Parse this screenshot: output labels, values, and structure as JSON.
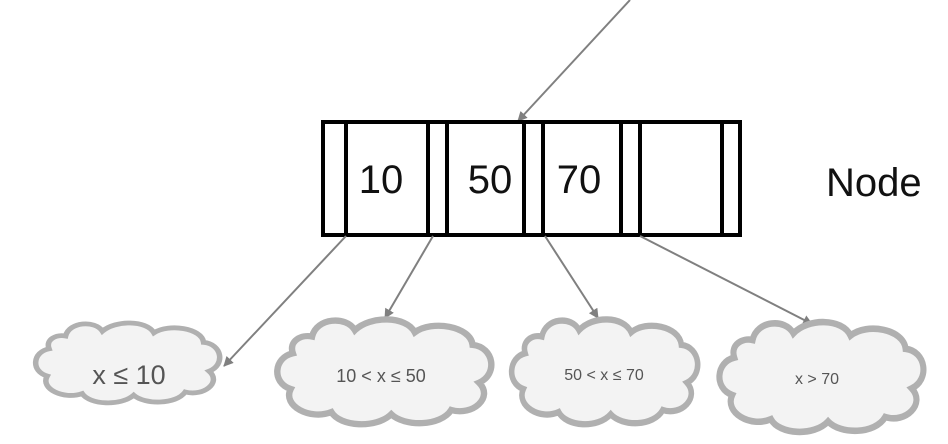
{
  "node": {
    "label": "Node",
    "keys": [
      "10",
      "50",
      "70",
      ""
    ]
  },
  "subtrees": [
    {
      "text": "x ≤ 10"
    },
    {
      "text": "10 < x ≤ 50"
    },
    {
      "text": "50 < x ≤ 70"
    },
    {
      "text": "x > 70"
    }
  ],
  "colors": {
    "node_stroke": "#000000",
    "arrow": "#808080",
    "cloud_fill": "#f3f3f3",
    "cloud_stroke": "#b0b0b0",
    "cloud_text": "#555555"
  }
}
